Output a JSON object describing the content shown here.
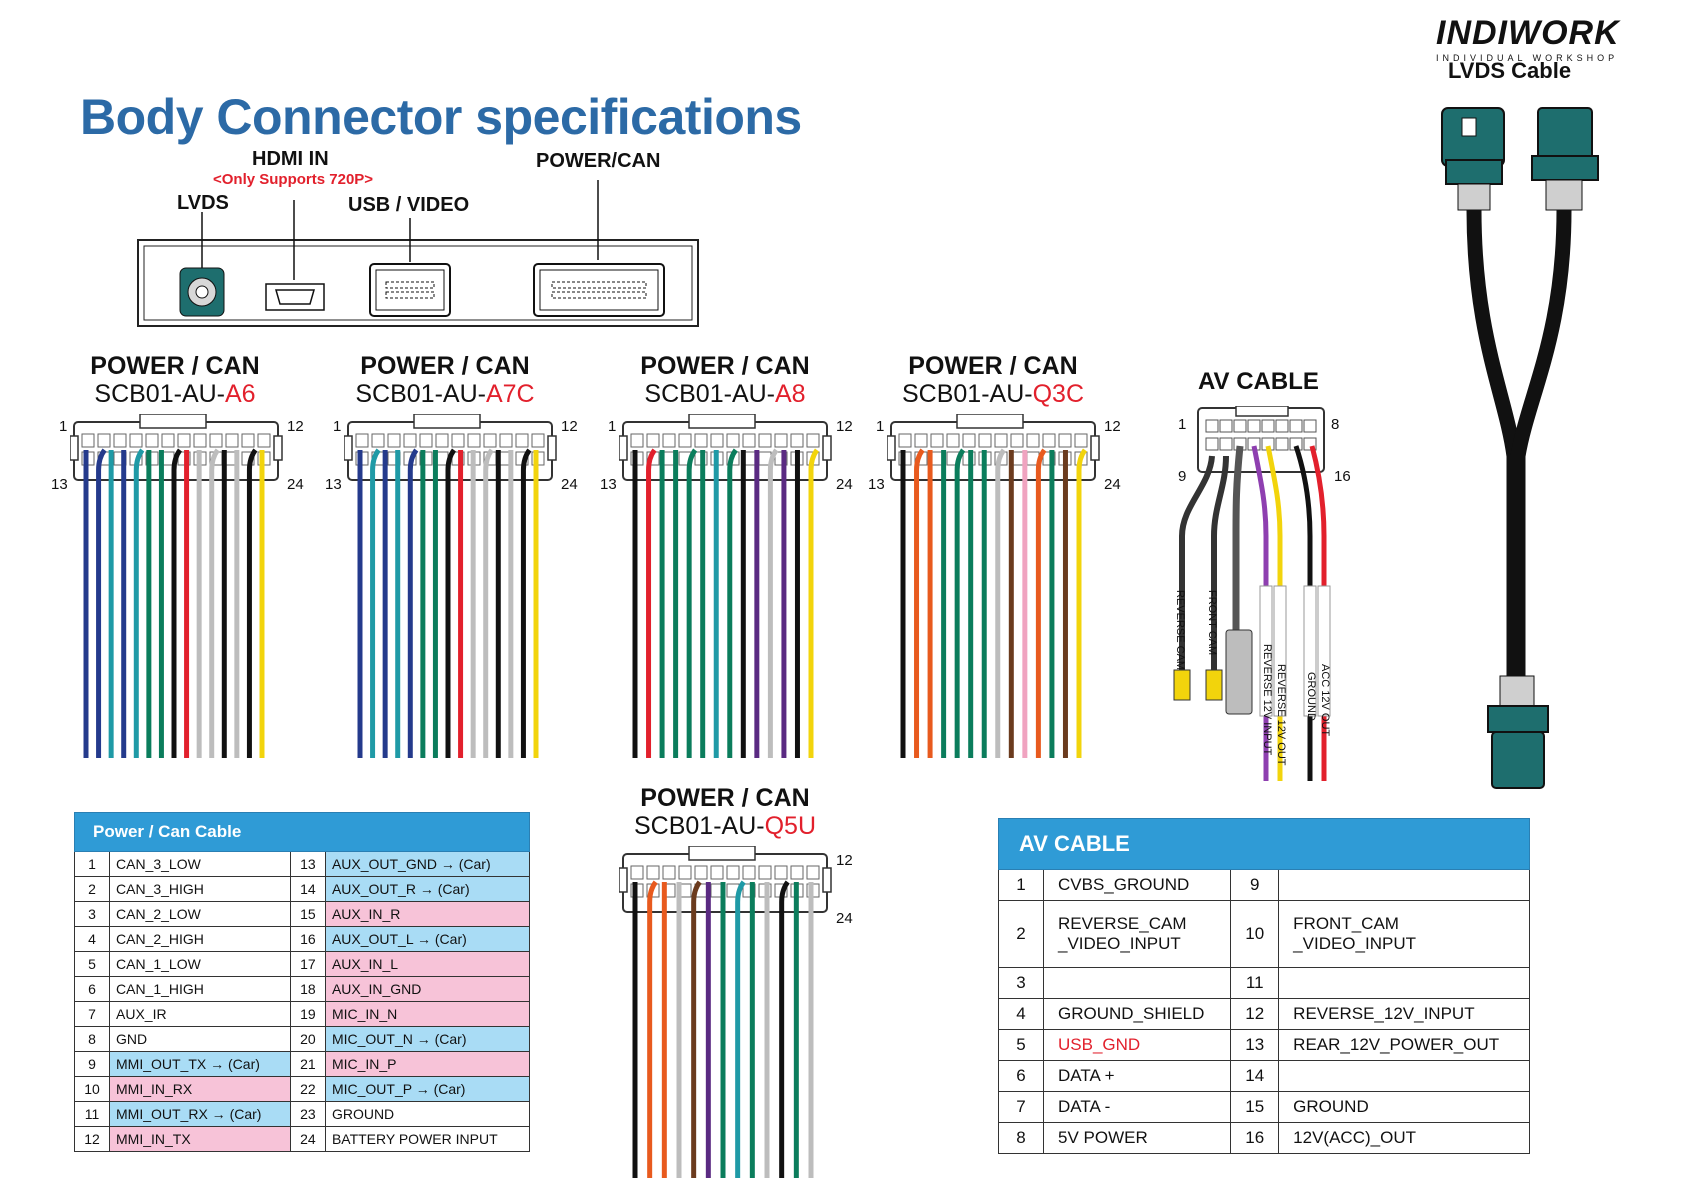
{
  "logo": {
    "brand": "INDIWORK",
    "sub": "INDIVIDUAL WORKSHOP"
  },
  "title": "Body Connector specifications",
  "unit_labels": {
    "lvds": "LVDS",
    "hdmi": "HDMI  IN",
    "hdmi_note": "<Only Supports 720P>",
    "usb": "USB / VIDEO",
    "power": "POWER/CAN"
  },
  "lvds_cable": {
    "title": "LVDS Cable"
  },
  "connectors": [
    {
      "title": "POWER / CAN",
      "code_prefix": "SCB01-AU-",
      "code_suffix": "A6",
      "pins": [
        "1",
        "12",
        "13",
        "24"
      ]
    },
    {
      "title": "POWER / CAN",
      "code_prefix": "SCB01-AU-",
      "code_suffix": "A7C",
      "pins": [
        "1",
        "12",
        "13",
        "24"
      ]
    },
    {
      "title": "POWER / CAN",
      "code_prefix": "SCB01-AU-",
      "code_suffix": "A8",
      "pins": [
        "1",
        "12",
        "13",
        "24"
      ]
    },
    {
      "title": "POWER / CAN",
      "code_prefix": "SCB01-AU-",
      "code_suffix": "Q3C",
      "pins": [
        "1",
        "12",
        "13",
        "24"
      ]
    },
    {
      "title": "POWER / CAN",
      "code_prefix": "SCB01-AU-",
      "code_suffix": "Q5U",
      "pins": [
        "12",
        "24"
      ]
    }
  ],
  "av_connector": {
    "title": "AV CABLE",
    "pins": [
      "1",
      "8",
      "9",
      "16"
    ],
    "wire_labels": [
      "REVERSE CAM",
      "FRONT CAM",
      "REVERSE 12V INPUT",
      "REVERSE 12V OUT",
      "GROUND",
      "ACC 12V OUT"
    ]
  },
  "wire_colors": {
    "a6": [
      "#243a8c",
      "#243a8c",
      "#1f9aa6",
      "#243a8c",
      "#1f9aa6",
      "#0b7d5c",
      "#0b7d5c",
      "#111111",
      "#e2202c",
      "#bdbdbd",
      "#bdbdbd",
      "#111111",
      "#bdbdbd",
      "#111111",
      "#f2d40c"
    ],
    "a7c": [
      "#243a8c",
      "#1f9aa6",
      "#243a8c",
      "#1f9aa6",
      "#243a8c",
      "#0b7d5c",
      "#0b7d5c",
      "#111111",
      "#e2202c",
      "#bdbdbd",
      "#bdbdbd",
      "#111111",
      "#bdbdbd",
      "#111111",
      "#f2d40c"
    ],
    "a8": [
      "#111111",
      "#e2202c",
      "#0b7d5c",
      "#0b7d5c",
      "#0b7d5c",
      "#0b7d5c",
      "#1f9aa6",
      "#0b7d5c",
      "#111111",
      "#5a2a82",
      "#bdbdbd",
      "#5a2a82",
      "#111111",
      "#f2d40c"
    ],
    "q3c": [
      "#111111",
      "#e85a1e",
      "#e85a1e",
      "#0b7d5c",
      "#0b7d5c",
      "#0b7d5c",
      "#0b7d5c",
      "#bdbdbd",
      "#6b3b1e",
      "#f0a3c0",
      "#e85a1e",
      "#0b7d5c",
      "#6b3b1e",
      "#f2d40c"
    ],
    "q5u": [
      "#111111",
      "#e85a1e",
      "#e85a1e",
      "#bdbdbd",
      "#6b3b1e",
      "#5a2a82",
      "#0b7d5c",
      "#1f9aa6",
      "#0b7d5c",
      "#bdbdbd",
      "#111111",
      "#0b7d5c",
      "#bdbdbd"
    ]
  },
  "colors": {
    "accent": "#2c6aa6",
    "header": "#2f9bd6",
    "highlight_blue": "#a9dcf5",
    "highlight_pink": "#f7c3d8",
    "red": "#e2202c",
    "connector_teal": "#1e6e6e"
  },
  "power_table": {
    "title": "Power / Can Cable",
    "rows": [
      {
        "n1": "1",
        "v1": "CAN_3_LOW",
        "c1": "",
        "n2": "13",
        "v2": "AUX_OUT_GND → (Car)",
        "c2": "bl"
      },
      {
        "n1": "2",
        "v1": "CAN_3_HIGH",
        "c1": "",
        "n2": "14",
        "v2": "AUX_OUT_R → (Car)",
        "c2": "bl"
      },
      {
        "n1": "3",
        "v1": "CAN_2_LOW",
        "c1": "",
        "n2": "15",
        "v2": "AUX_IN_R",
        "c2": "pk"
      },
      {
        "n1": "4",
        "v1": "CAN_2_HIGH",
        "c1": "",
        "n2": "16",
        "v2": "AUX_OUT_L → (Car)",
        "c2": "bl"
      },
      {
        "n1": "5",
        "v1": "CAN_1_LOW",
        "c1": "",
        "n2": "17",
        "v2": "AUX_IN_L",
        "c2": "pk"
      },
      {
        "n1": "6",
        "v1": "CAN_1_HIGH",
        "c1": "",
        "n2": "18",
        "v2": "AUX_IN_GND",
        "c2": "pk"
      },
      {
        "n1": "7",
        "v1": "AUX_IR",
        "c1": "",
        "n2": "19",
        "v2": "MIC_IN_N",
        "c2": "pk"
      },
      {
        "n1": "8",
        "v1": "GND",
        "c1": "",
        "n2": "20",
        "v2": "MIC_OUT_N → (Car)",
        "c2": "bl"
      },
      {
        "n1": "9",
        "v1": "MMI_OUT_TX → (Car)",
        "c1": "bl",
        "n2": "21",
        "v2": "MIC_IN_P",
        "c2": "pk"
      },
      {
        "n1": "10",
        "v1": "MMI_IN_RX",
        "c1": "pk",
        "n2": "22",
        "v2": "MIC_OUT_P → (Car)",
        "c2": "bl"
      },
      {
        "n1": "11",
        "v1": "MMI_OUT_RX → (Car)",
        "c1": "bl",
        "n2": "23",
        "v2": "GROUND",
        "c2": ""
      },
      {
        "n1": "12",
        "v1": "MMI_IN_TX",
        "c1": "pk",
        "n2": "24",
        "v2": "BATTERY POWER INPUT",
        "c2": ""
      }
    ]
  },
  "av_table": {
    "title": "AV CABLE",
    "rows": [
      {
        "n1": "1",
        "v1a": "CVBS_GROUND",
        "v1b": "",
        "red1": false,
        "n2": "9",
        "v2a": "",
        "v2b": "",
        "tall": false
      },
      {
        "n1": "2",
        "v1a": "REVERSE_CAM",
        "v1b": "_VIDEO_INPUT",
        "red1": false,
        "n2": "10",
        "v2a": "FRONT_CAM",
        "v2b": "_VIDEO_INPUT",
        "tall": true
      },
      {
        "n1": "3",
        "v1a": "",
        "v1b": "",
        "red1": false,
        "n2": "11",
        "v2a": "",
        "v2b": "",
        "tall": false
      },
      {
        "n1": "4",
        "v1a": "GROUND_SHIELD",
        "v1b": "",
        "red1": false,
        "n2": "12",
        "v2a": "REVERSE_12V_INPUT",
        "v2b": "",
        "tall": false
      },
      {
        "n1": "5",
        "v1a": "USB_GND",
        "v1b": "",
        "red1": true,
        "n2": "13",
        "v2a": "REAR_12V_POWER_OUT",
        "v2b": "",
        "tall": false
      },
      {
        "n1": "6",
        "v1a": "DATA +",
        "v1b": "",
        "red1": false,
        "n2": "14",
        "v2a": "",
        "v2b": "",
        "tall": false
      },
      {
        "n1": "7",
        "v1a": "DATA -",
        "v1b": "",
        "red1": false,
        "n2": "15",
        "v2a": "GROUND",
        "v2b": "",
        "tall": false
      },
      {
        "n1": "8",
        "v1a": "5V POWER",
        "v1b": "",
        "red1": false,
        "n2": "16",
        "v2a": "12V(ACC)_OUT",
        "v2b": "",
        "tall": false
      }
    ]
  }
}
